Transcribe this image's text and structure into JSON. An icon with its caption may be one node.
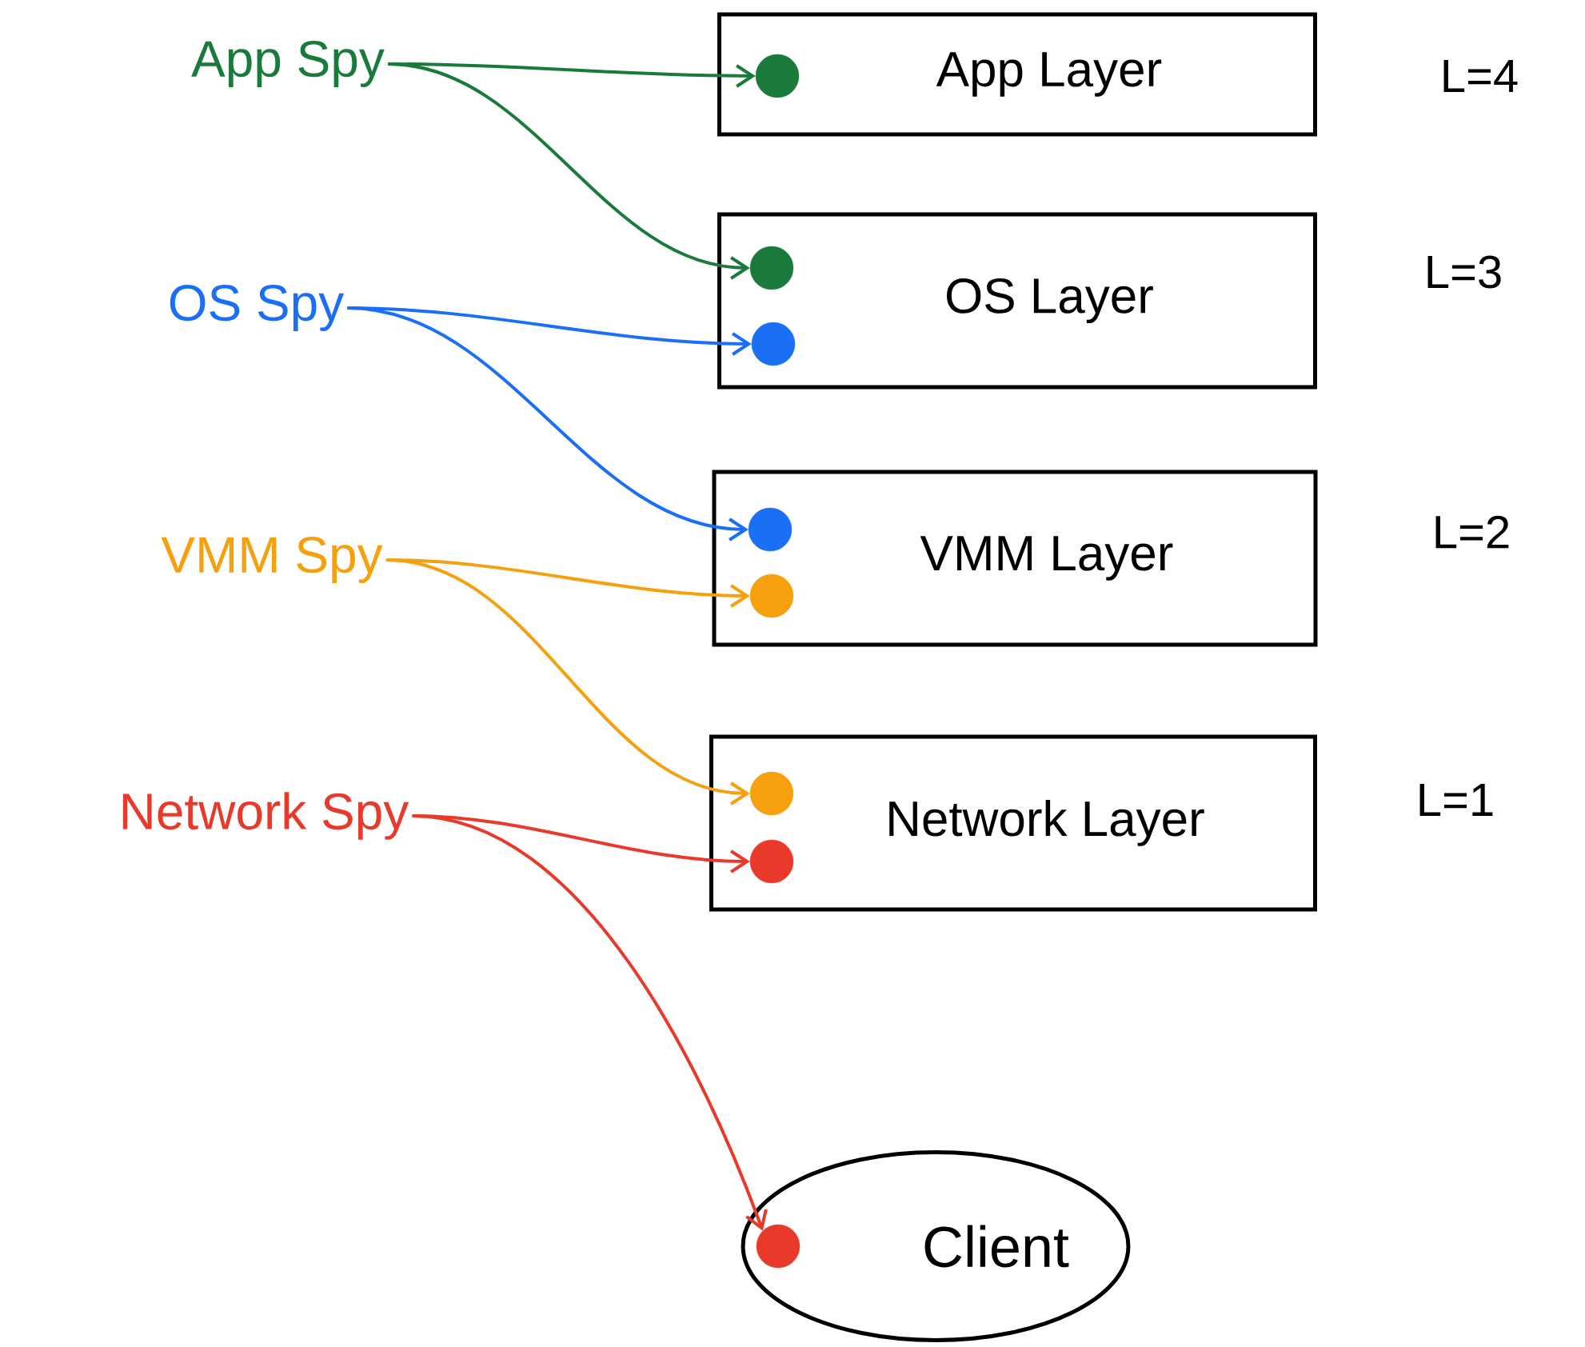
{
  "diagram": {
    "nodes": [
      {
        "text": [
          "App Spy"
        ]
      },
      {
        "text": [
          "App Layer"
        ]
      },
      {
        "text": [],
        "shape": "circle",
        "in": 1
      },
      {
        "text": [
          "OS Spy"
        ]
      },
      {
        "text": [
          "OS Layer"
        ]
      },
      {
        "text": [],
        "shape": "circle",
        "in": 4
      },
      {
        "text": [],
        "shape": "circle",
        "in": 4
      },
      {
        "text": [
          "VMM Spy"
        ]
      },
      {
        "text": [
          "VMM Layer"
        ]
      },
      {
        "text": [],
        "shape": "circle",
        "in": 8
      },
      {
        "text": [],
        "shape": "circle",
        "in": 8
      },
      {
        "text": [
          "Network Spy"
        ]
      },
      {
        "text": [
          "Network Layer"
        ]
      },
      {
        "text": [],
        "shape": "circle",
        "in": 12
      },
      {
        "text": [],
        "shape": "circle",
        "in": 12
      },
      {
        "text": [
          "Client"
        ]
      },
      {
        "text": [],
        "shape": "circle",
        "in": 15
      }
    ],
    "edges": [
      {
        "from": 0,
        "to": 2,
        "arrow": "to",
        "color": "#1a7a3c"
      },
      {
        "from": 0,
        "to": 5,
        "arrow": "to",
        "color": "#1a7a3c"
      },
      {
        "from": 3,
        "to": 6,
        "arrow": "to",
        "color": "#1a6ff5"
      },
      {
        "from": 3,
        "to": 9,
        "arrow": "to",
        "color": "#1a6ff5"
      },
      {
        "from": 7,
        "to": 10,
        "arrow": "to",
        "color": "#f5a00c"
      },
      {
        "from": 7,
        "to": 13,
        "arrow": "to",
        "color": "#f5a00c"
      },
      {
        "from": 11,
        "to": 14,
        "arrow": "to",
        "color": "#e8392a"
      },
      {
        "from": 11,
        "to": 16,
        "arrow": "to",
        "color": "#e8392a"
      }
    ],
    "labels": [
      "L=4",
      "L=3",
      "L=2",
      "L=1"
    ]
  }
}
